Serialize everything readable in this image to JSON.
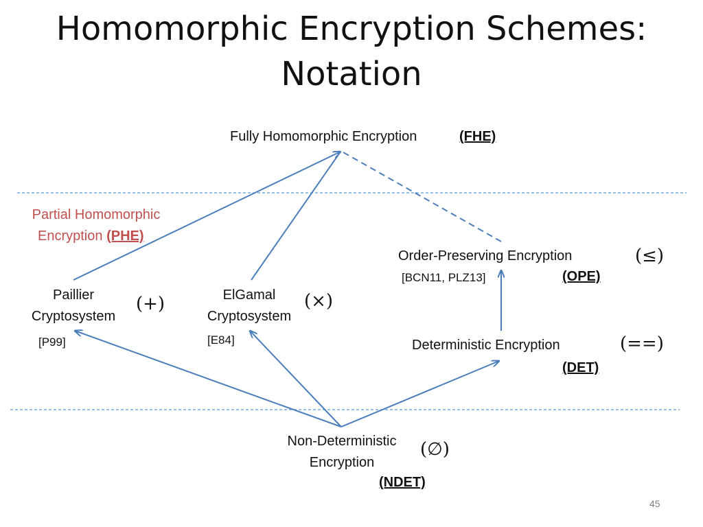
{
  "title": {
    "line1": "Homomorphic Encryption Schemes:",
    "line2": "Notation"
  },
  "nodes": {
    "fhe": {
      "label": "Fully Homomorphic Encryption",
      "abbr": "(FHE)"
    },
    "phe": {
      "line1": "Partial Homomorphic",
      "line2": "Encryption",
      "abbr": "(PHE)"
    },
    "ope": {
      "label": "Order-Preserving Encryption",
      "ref": "[BCN11, PLZ13]",
      "abbr": "(OPE)",
      "op": "(≤)"
    },
    "paillier": {
      "line1": "Paillier",
      "line2": "Cryptosystem",
      "ref": "[P99]",
      "op": "(+)"
    },
    "elgamal": {
      "line1": "ElGamal",
      "line2": "Cryptosystem",
      "ref": "[E84]",
      "op": "(×)"
    },
    "det": {
      "label": "Deterministic Encryption",
      "abbr": "(DET)",
      "op": "(==)"
    },
    "ndet": {
      "line1": "Non-Deterministic",
      "line2": "Encryption",
      "abbr": "(NDET)",
      "op": "(∅)"
    }
  },
  "colors": {
    "arrow": "#4a7ebb",
    "divider": "#5b9bd5",
    "phe_text": "#c0504d"
  },
  "page_number": "45"
}
